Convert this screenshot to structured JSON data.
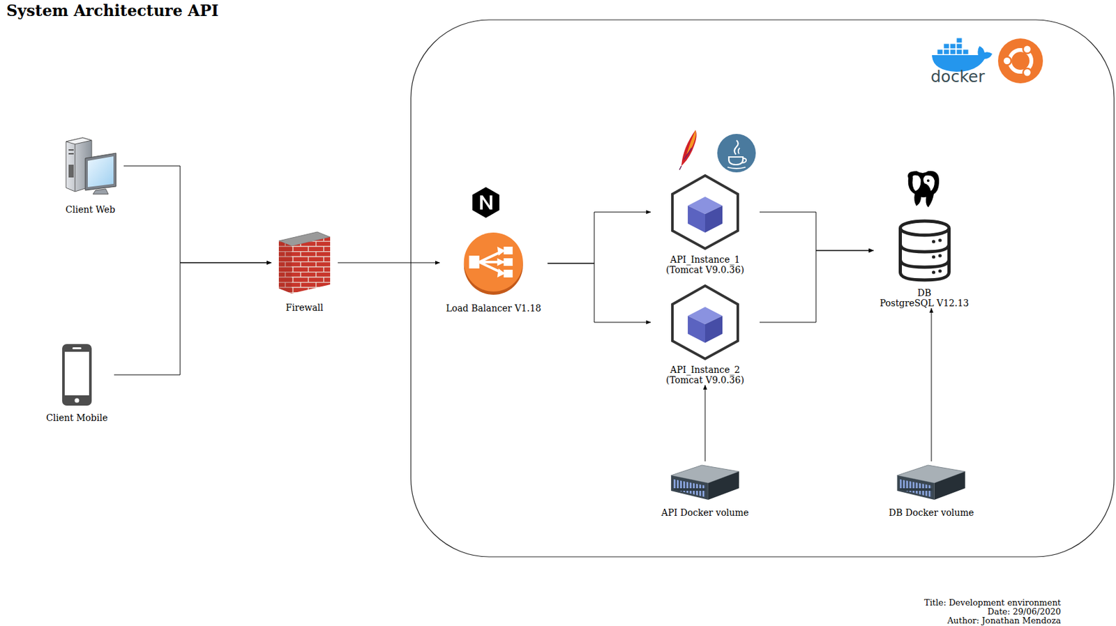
{
  "diagram": {
    "title": "System Architecture API",
    "nodes": [
      {
        "text": [
          "Client Web"
        ]
      },
      {
        "text": [
          "Client Mobile"
        ]
      },
      {
        "text": [
          "Firewall"
        ]
      },
      {
        "text": [
          "Load Balancer V1.18"
        ]
      },
      {
        "text": [
          "API_Instance_1 (Tomcat V9.0.36)"
        ]
      },
      {
        "text": [
          "API_Instance_2 (Tomcat V9.0.36)"
        ]
      },
      {
        "text": [
          "DB",
          "PostgreSQL V12.13"
        ]
      },
      {
        "text": [
          "API Docker volume"
        ]
      },
      {
        "text": [
          "DB Docker volume"
        ]
      }
    ],
    "edges": [
      {
        "from": 0,
        "to": 2,
        "arrow": "to"
      },
      {
        "from": 1,
        "to": 2,
        "arrow": "to"
      },
      {
        "from": 2,
        "to": 3,
        "arrow": "to"
      },
      {
        "from": 3,
        "to": 4,
        "arrow": "to"
      },
      {
        "from": 3,
        "to": 5,
        "arrow": "to"
      },
      {
        "from": 4,
        "to": 6,
        "arrow": "to"
      },
      {
        "from": 5,
        "to": 6,
        "arrow": "to"
      },
      {
        "from": 7,
        "to": 5,
        "arrow": "to"
      },
      {
        "from": 8,
        "to": 6,
        "arrow": "to"
      }
    ],
    "labels": [
      "docker",
      "Title: Development environment",
      "Date: 29/06/2020",
      "Author: Jonathan Mendoza"
    ]
  }
}
